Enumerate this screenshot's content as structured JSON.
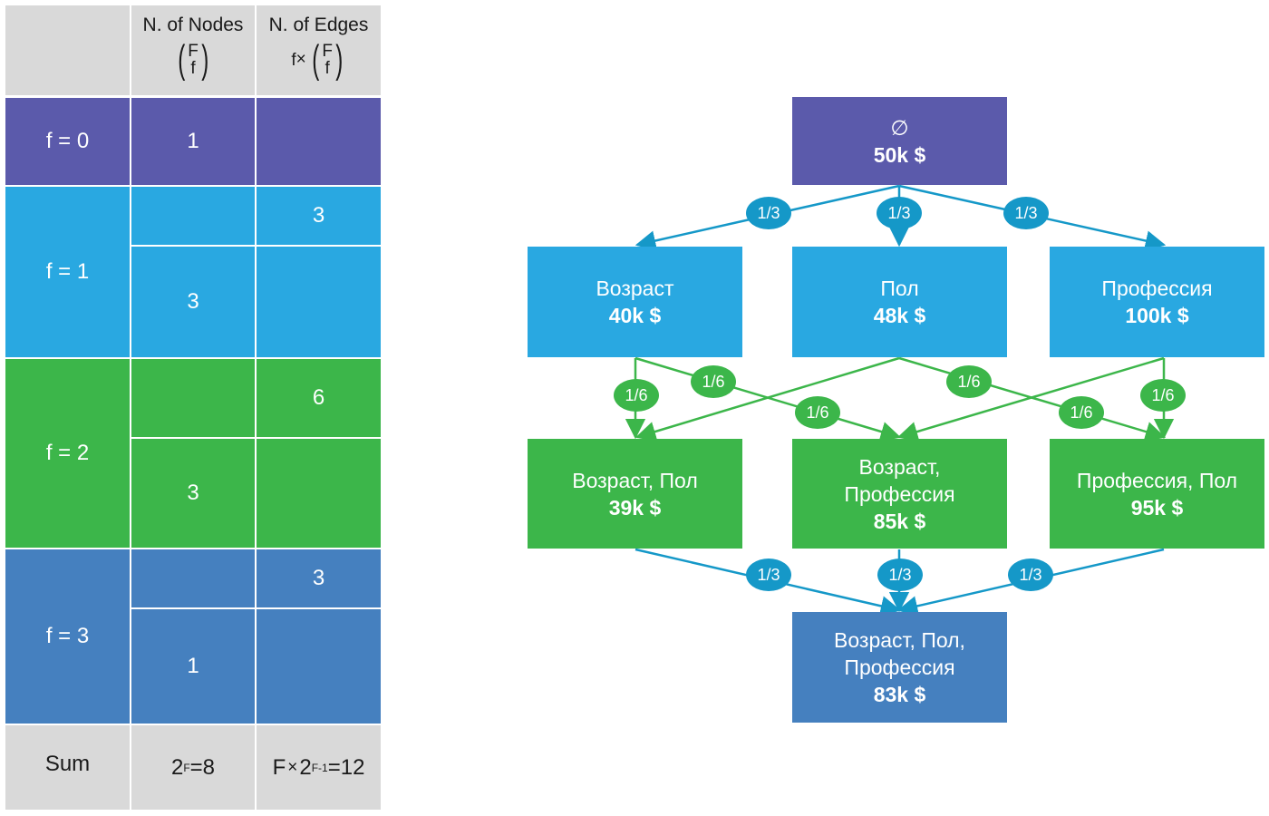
{
  "colors": {
    "purple": "#5b5aab",
    "cyan": "#29a8e1",
    "green": "#3cb64a",
    "blue": "#4580bf",
    "header_gray": "#d9d9d9",
    "edge_blue": "#1598c8",
    "edge_green": "#3cb64a"
  },
  "table": {
    "header": {
      "nodes_title": "N. of Nodes",
      "nodes_binom_top": "F",
      "nodes_binom_bottom": "f",
      "edges_title": "N. of Edges",
      "edges_prefix": "f",
      "edges_times": "×",
      "edges_binom_top": "F",
      "edges_binom_bottom": "f"
    },
    "rows": [
      {
        "label": "f = 0",
        "nodes": "1",
        "edges": ""
      },
      {
        "label": "f = 1",
        "nodes": "3",
        "edges": "3"
      },
      {
        "label": "f = 2",
        "nodes": "3",
        "edges": "6"
      },
      {
        "label": "f = 3",
        "nodes": "1",
        "edges": "3"
      }
    ],
    "sum": {
      "label": "Sum",
      "nodes_base": "2",
      "nodes_exp": "F",
      "nodes_result": "=8",
      "edges_lead": "F",
      "edges_times": "×",
      "edges_base": "2",
      "edges_exp": "F-1",
      "edges_result": "=12"
    }
  },
  "diagram": {
    "nodes": [
      {
        "lines": [
          "∅"
        ],
        "value": "50k $"
      },
      {
        "lines": [
          "Возраст"
        ],
        "value": "40k $"
      },
      {
        "lines": [
          "Пол"
        ],
        "value": "48k $"
      },
      {
        "lines": [
          "Профессия"
        ],
        "value": "100k $"
      },
      {
        "lines": [
          "Возраст, Пол"
        ],
        "value": "39k $"
      },
      {
        "lines": [
          "Возраст,",
          "Профессия"
        ],
        "value": "85k $"
      },
      {
        "lines": [
          "Профессия, Пол"
        ],
        "value": "95k $"
      },
      {
        "lines": [
          "Возраст, Пол,",
          "Профессия"
        ],
        "value": "83k $"
      }
    ],
    "edges": [
      {
        "from": 0,
        "to": 1,
        "weight": "1/3",
        "color": "#1598c8"
      },
      {
        "from": 0,
        "to": 2,
        "weight": "1/3",
        "color": "#1598c8"
      },
      {
        "from": 0,
        "to": 3,
        "weight": "1/3",
        "color": "#1598c8"
      },
      {
        "from": 1,
        "to": 4,
        "weight": "1/6",
        "color": "#3cb64a"
      },
      {
        "from": 1,
        "to": 5,
        "weight": "1/6",
        "color": "#3cb64a"
      },
      {
        "from": 2,
        "to": 4,
        "weight": "",
        "color": "#3cb64a"
      },
      {
        "from": 2,
        "to": 6,
        "weight": "1/6",
        "color": "#3cb64a"
      },
      {
        "from": 3,
        "to": 5,
        "weight": "",
        "color": "#3cb64a"
      },
      {
        "from": 3,
        "to": 6,
        "weight": "1/6",
        "color": "#3cb64a"
      },
      {
        "from": 4,
        "to": 7,
        "weight": "1/3",
        "color": "#1598c8"
      },
      {
        "from": 5,
        "to": 7,
        "weight": "1/3",
        "color": "#1598c8"
      },
      {
        "from": 6,
        "to": 7,
        "weight": "1/3",
        "color": "#1598c8"
      },
      {
        "from": 2,
        "to": 5,
        "weight": "1/6",
        "color": "#3cb64a"
      },
      {
        "from": 3,
        "to": 4,
        "weight": "1/6",
        "color": "#3cb64a"
      }
    ]
  }
}
